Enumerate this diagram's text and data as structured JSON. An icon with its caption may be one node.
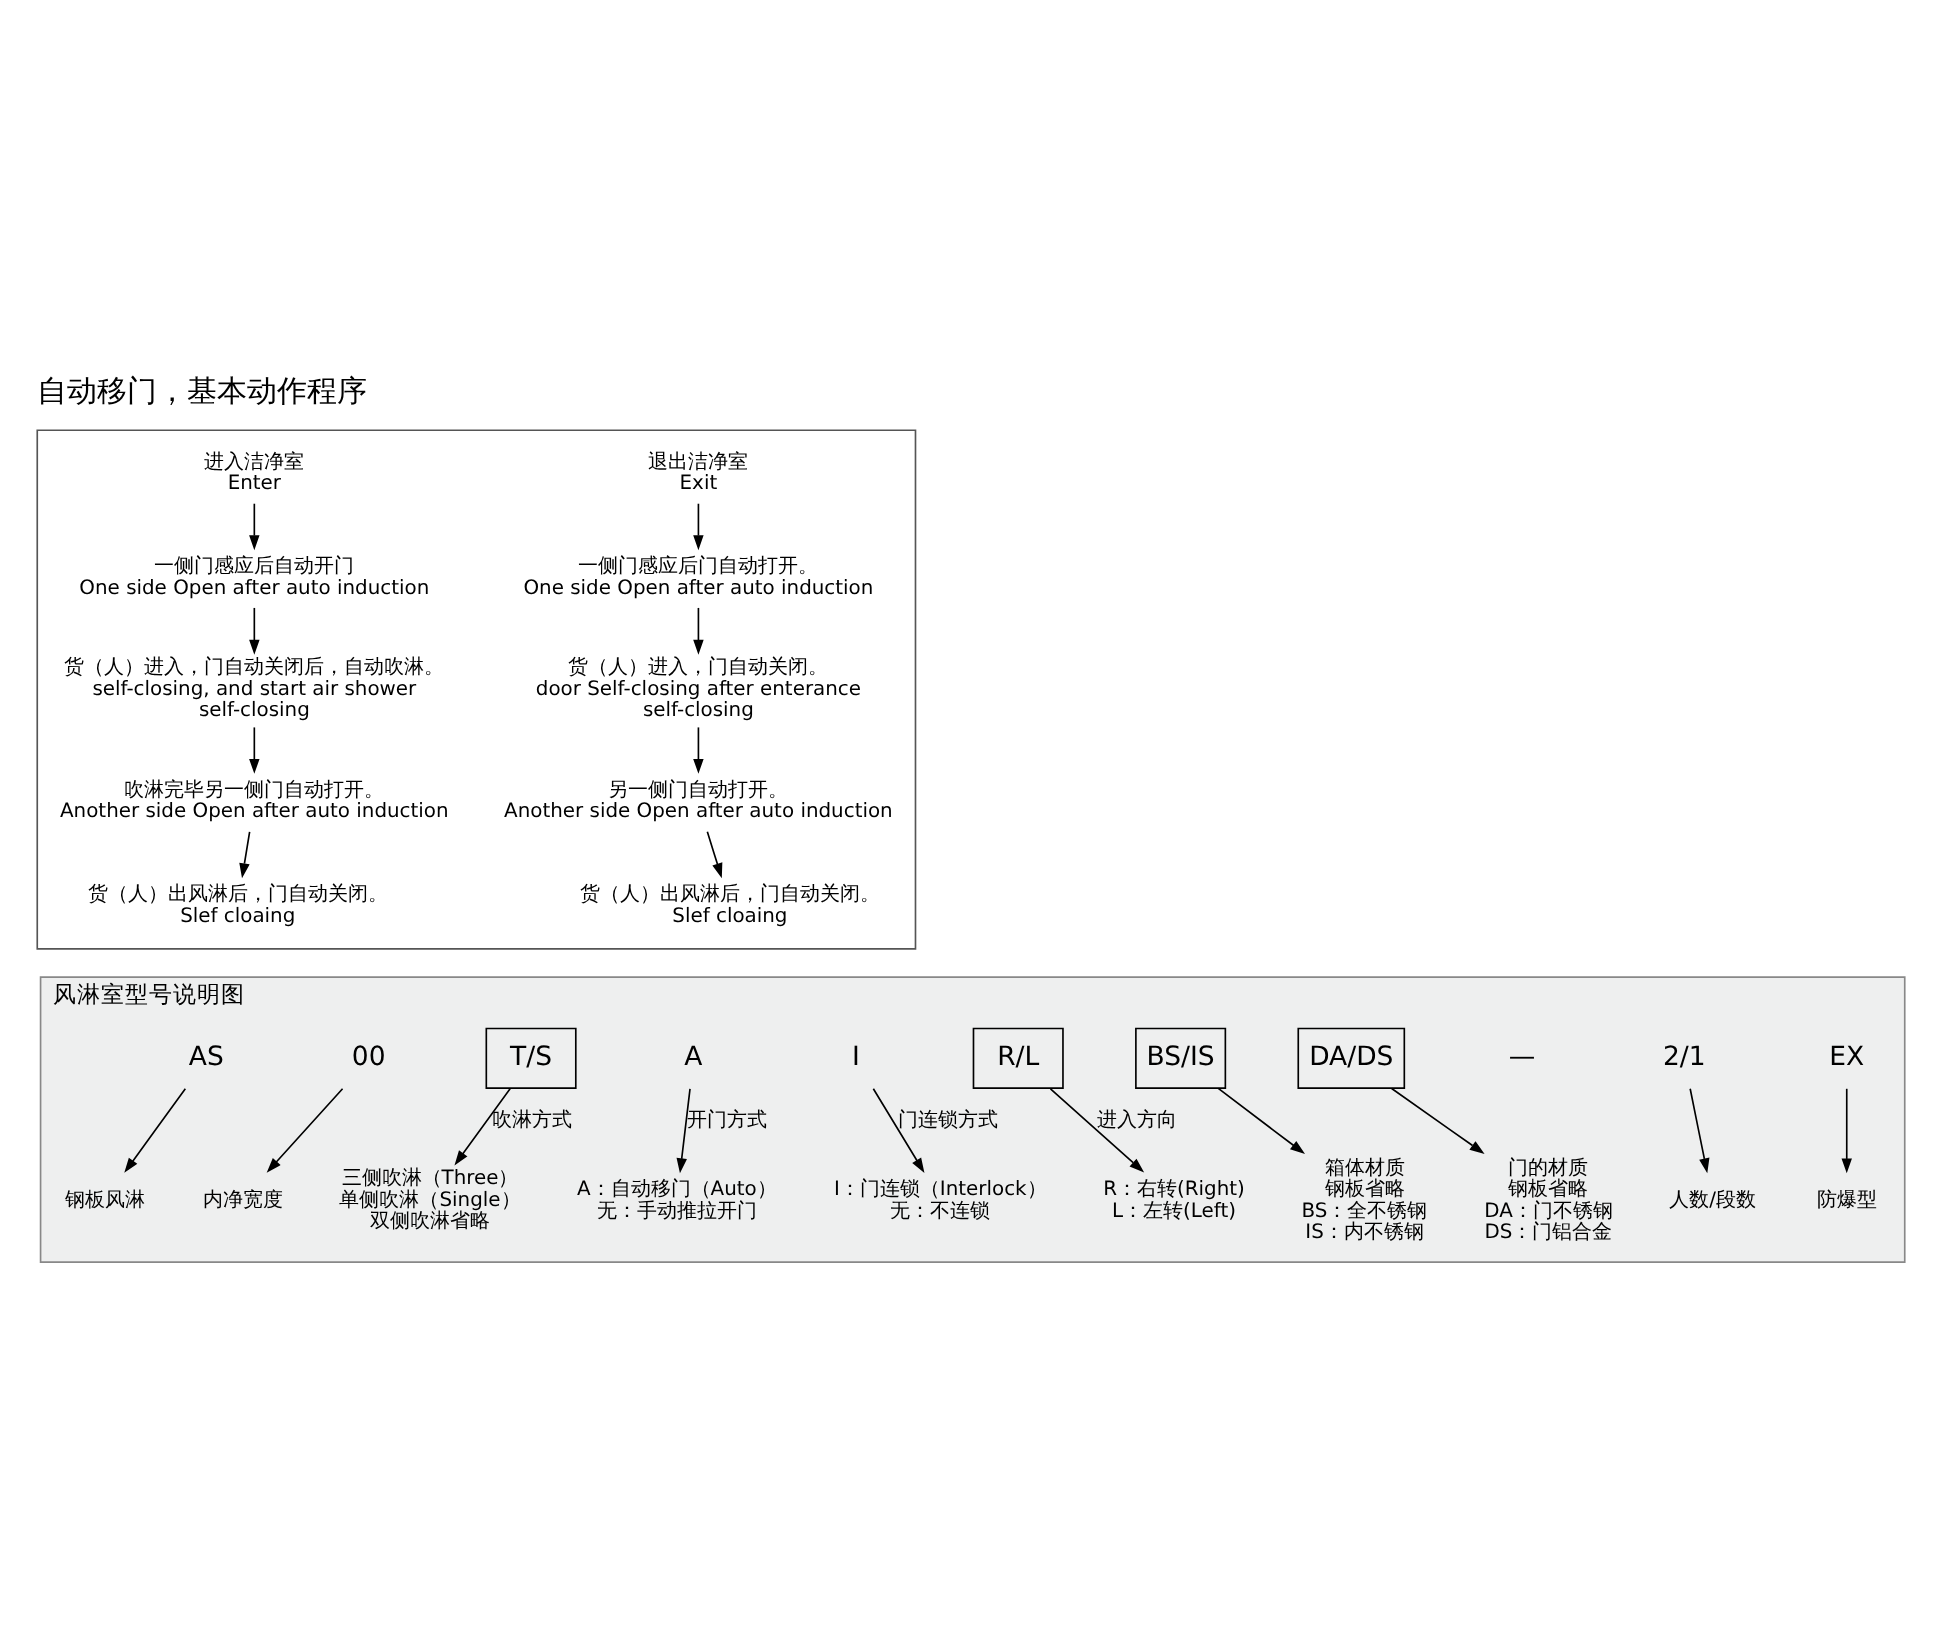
{
  "diagram": {
    "title": "自动移门，基本动作程序",
    "nodes": [
      {
        "text": [],
        "shape": "box"
      },
      {
        "text": [
          "进入洁净室",
          "Enter"
        ],
        "in": 0
      },
      {
        "text": [
          "一侧门感应后自动开门",
          "One side Open after auto induction"
        ],
        "in": 0
      },
      {
        "text": [
          "货（人）进入，门自动关闭后，自动吹淋。",
          "self-closing, and start air shower",
          "self-closing"
        ],
        "in": 0
      },
      {
        "text": [
          "吹淋完毕另一侧门自动打开。",
          "Another side Open after auto induction"
        ],
        "in": 0
      },
      {
        "text": [
          "货（人）出风淋后，门自动关闭。",
          "Slef cloaing"
        ],
        "in": 0
      },
      {
        "text": [
          "退出洁净室",
          "Exit"
        ],
        "in": 0
      },
      {
        "text": [
          "一侧门感应后门自动打开。",
          "One side Open after auto induction"
        ],
        "in": 0
      },
      {
        "text": [
          "货（人）进入，门自动关闭。",
          "door Self-closing after enterance",
          "self-closing"
        ],
        "in": 0
      },
      {
        "text": [
          "另一侧门自动打开。",
          "Another side Open after auto induction"
        ],
        "in": 0
      },
      {
        "text": [
          "货（人）出风淋后，门自动关闭。",
          "Slef cloaing"
        ],
        "in": 0
      },
      {
        "text": [
          "风淋室型号说明图"
        ]
      },
      {
        "text": [
          "AS"
        ],
        "in": 11
      },
      {
        "text": [
          "00"
        ],
        "in": 11
      },
      {
        "text": [
          "T/S"
        ],
        "in": 11
      },
      {
        "text": [
          "A"
        ],
        "in": 11
      },
      {
        "text": [
          "I"
        ],
        "in": 11
      },
      {
        "text": [
          "R/L"
        ],
        "in": 11
      },
      {
        "text": [
          "BS/IS"
        ],
        "in": 11
      },
      {
        "text": [
          "DA/DS"
        ],
        "in": 11
      },
      {
        "text": [
          "2/1"
        ],
        "in": 11
      },
      {
        "text": [
          "EX"
        ],
        "in": 11
      },
      {
        "text": [
          "钢板风淋"
        ],
        "in": 11
      },
      {
        "text": [
          "内净宽度"
        ],
        "in": 11
      },
      {
        "text": [
          "三侧吹淋（Three）",
          "单侧吹淋（Single）",
          "双侧吹淋省略"
        ],
        "in": 11
      },
      {
        "text": [
          "A：自动移门（Auto）",
          "无：手动推拉开门"
        ],
        "in": 11
      },
      {
        "text": [
          "箱体材质",
          "钢板省略",
          "BS：全不锈钢",
          "IS：内不锈钢"
        ],
        "in": 11
      },
      {
        "text": [
          "门的材质",
          "钢板省略",
          "DA：门不锈钢",
          "DS：门铝合金"
        ],
        "in": 11
      },
      {
        "text": [
          "人数/段数"
        ],
        "in": 11
      },
      {
        "text": [
          "防爆型"
        ],
        "in": 11
      },
      {
        "text": [
          "R：右转(Right)",
          "L：左转(Left)"
        ],
        "in": 11
      },
      {
        "text": [
          "I：门连锁（Interlock）",
          "无：不连锁"
        ],
        "in": 11
      }
    ],
    "edges": [
      {
        "from": 1,
        "to": 2,
        "arrow": "to"
      },
      {
        "from": 2,
        "to": 3,
        "arrow": "to"
      },
      {
        "from": 3,
        "to": 4,
        "arrow": "to"
      },
      {
        "from": 4,
        "to": 5,
        "arrow": "to"
      },
      {
        "from": 6,
        "to": 7,
        "arrow": "to"
      },
      {
        "from": 7,
        "to": 8,
        "arrow": "to"
      },
      {
        "from": 8,
        "to": 9,
        "arrow": "to"
      },
      {
        "from": 9,
        "to": 10,
        "arrow": "to"
      },
      {
        "from": 12,
        "to": 22,
        "arrow": "to"
      },
      {
        "from": 13,
        "to": 23,
        "arrow": "to"
      },
      {
        "from": 14,
        "to": 24,
        "arrow": "to",
        "label": "吹淋方式"
      },
      {
        "from": 15,
        "to": 25,
        "arrow": "to",
        "label": "开门方式"
      },
      {
        "from": 17,
        "to": 30,
        "arrow": "to",
        "label": "进入方向"
      },
      {
        "from": 16,
        "to": 31,
        "arrow": "to",
        "label": "门连锁方式"
      },
      {
        "from": 18,
        "to": 26,
        "arrow": "to"
      },
      {
        "from": 19,
        "to": 27,
        "arrow": "to"
      },
      {
        "from": 20,
        "to": 28,
        "arrow": "to"
      },
      {
        "from": 21,
        "to": 29,
        "arrow": "to"
      }
    ],
    "labels": [
      "—"
    ]
  }
}
